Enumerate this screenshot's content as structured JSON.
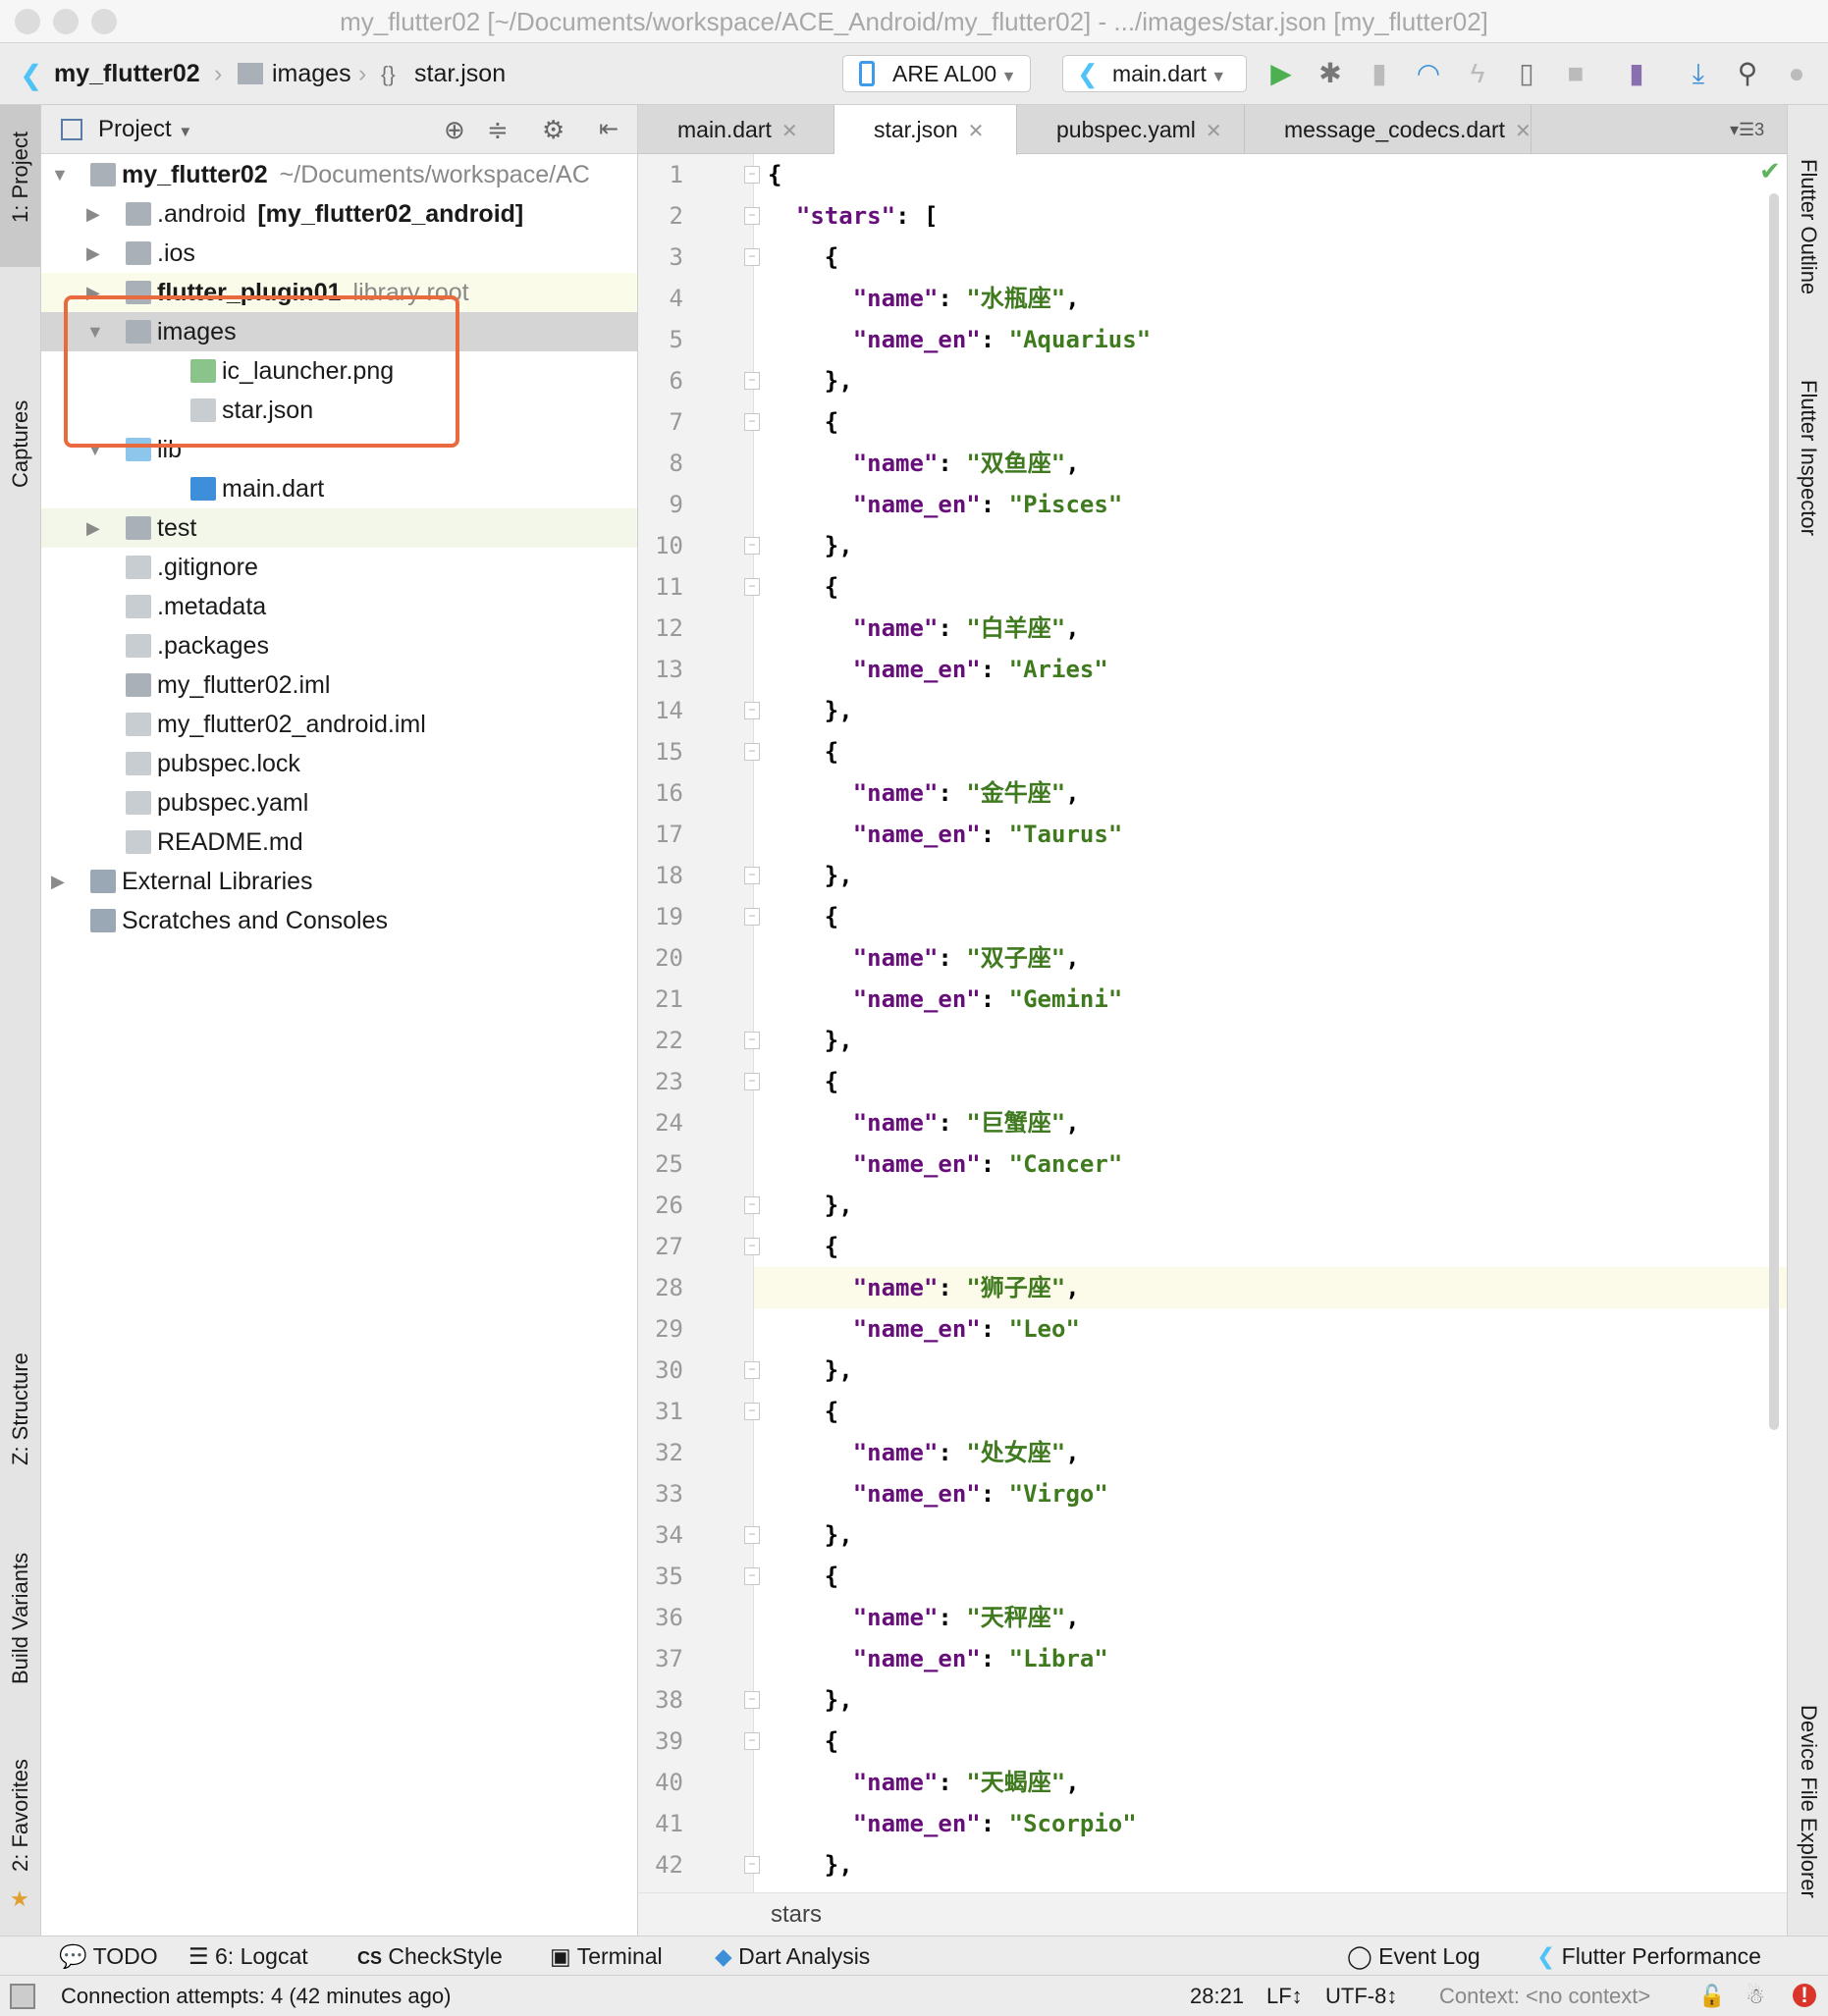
{
  "window": {
    "title": "my_flutter02 [~/Documents/workspace/ACE_Android/my_flutter02] - .../images/star.json [my_flutter02]"
  },
  "breadcrumb": [
    "my_flutter02",
    "images",
    "star.json"
  ],
  "toolbar": {
    "device": "ARE AL00",
    "run_config": "main.dart"
  },
  "left_strip": [
    "1: Project",
    "Captures",
    "Z: Structure",
    "Build Variants",
    "2: Favorites"
  ],
  "right_strip": [
    "Flutter Outline",
    "Flutter Inspector",
    "Device File Explorer"
  ],
  "project": {
    "title": "Project",
    "tree": [
      {
        "name": "my_flutter02",
        "extra": "~/Documents/workspace/AC",
        "level": 0,
        "arrow": "down",
        "bold": true,
        "icon": "module"
      },
      {
        "name": ".android",
        "extra": "[my_flutter02_android]",
        "extra_bold": true,
        "level": 1,
        "arrow": "right",
        "icon": "folder"
      },
      {
        "name": ".ios",
        "level": 1,
        "arrow": "right",
        "icon": "folder"
      },
      {
        "name": "flutter_plugin01",
        "extra": "library root",
        "level": 1,
        "arrow": "right",
        "bold": true,
        "icon": "module",
        "bg": "#fbfbe9"
      },
      {
        "name": "images",
        "level": 1,
        "arrow": "down",
        "icon": "folder",
        "bg": "#d5d5d5"
      },
      {
        "name": "ic_launcher.png",
        "level": 2,
        "icon": "image"
      },
      {
        "name": "star.json",
        "level": 2,
        "icon": "json"
      },
      {
        "name": "lib",
        "level": 1,
        "arrow": "down",
        "icon": "folder-blue"
      },
      {
        "name": "main.dart",
        "level": 2,
        "icon": "dart"
      },
      {
        "name": "test",
        "level": 1,
        "arrow": "right",
        "icon": "folder-test",
        "bg": "#f3f7e9"
      },
      {
        "name": ".gitignore",
        "level": 1,
        "icon": "file"
      },
      {
        "name": ".metadata",
        "level": 1,
        "icon": "file"
      },
      {
        "name": ".packages",
        "level": 1,
        "icon": "file"
      },
      {
        "name": "my_flutter02.iml",
        "level": 1,
        "icon": "module"
      },
      {
        "name": "my_flutter02_android.iml",
        "level": 1,
        "icon": "file"
      },
      {
        "name": "pubspec.lock",
        "level": 1,
        "icon": "file"
      },
      {
        "name": "pubspec.yaml",
        "level": 1,
        "icon": "table"
      },
      {
        "name": "README.md",
        "level": 1,
        "icon": "md"
      },
      {
        "name": "External Libraries",
        "level": 0,
        "arrow": "right",
        "icon": "library"
      },
      {
        "name": "Scratches and Consoles",
        "level": 0,
        "icon": "scratch"
      }
    ]
  },
  "tabs": [
    {
      "label": "main.dart"
    },
    {
      "label": "star.json",
      "active": true
    },
    {
      "label": "pubspec.yaml"
    },
    {
      "label": "message_codecs.dart"
    }
  ],
  "tab_overflow": "3",
  "editor": {
    "root_key": "stars",
    "current_line": 28,
    "stars": [
      {
        "name": "水瓶座",
        "name_en": "Aquarius"
      },
      {
        "name": "双鱼座",
        "name_en": "Pisces"
      },
      {
        "name": "白羊座",
        "name_en": "Aries"
      },
      {
        "name": "金牛座",
        "name_en": "Taurus"
      },
      {
        "name": "双子座",
        "name_en": "Gemini"
      },
      {
        "name": "巨蟹座",
        "name_en": "Cancer"
      },
      {
        "name": "狮子座",
        "name_en": "Leo"
      },
      {
        "name": "处女座",
        "name_en": "Virgo"
      },
      {
        "name": "天秤座",
        "name_en": "Libra"
      },
      {
        "name": "天蝎座",
        "name_en": "Scorpio"
      }
    ],
    "breadcrumb": "stars"
  },
  "bottom_tools": {
    "todo": "TODO",
    "logcat": "6: Logcat",
    "checkstyle": "CheckStyle",
    "terminal": "Terminal",
    "dart": "Dart Analysis",
    "event_log": "Event Log",
    "flutter_perf": "Flutter Performance"
  },
  "status": {
    "message": "Connection attempts: 4 (42 minutes ago)",
    "position": "28:21",
    "line_sep": "LF↕",
    "encoding": "UTF-8↕",
    "context": "Context: <no context>"
  },
  "colors": {
    "highlight_box": "#e96a3f",
    "key": "#660e7a",
    "string": "#3f7a1f",
    "current_line": "#fcfae8"
  }
}
